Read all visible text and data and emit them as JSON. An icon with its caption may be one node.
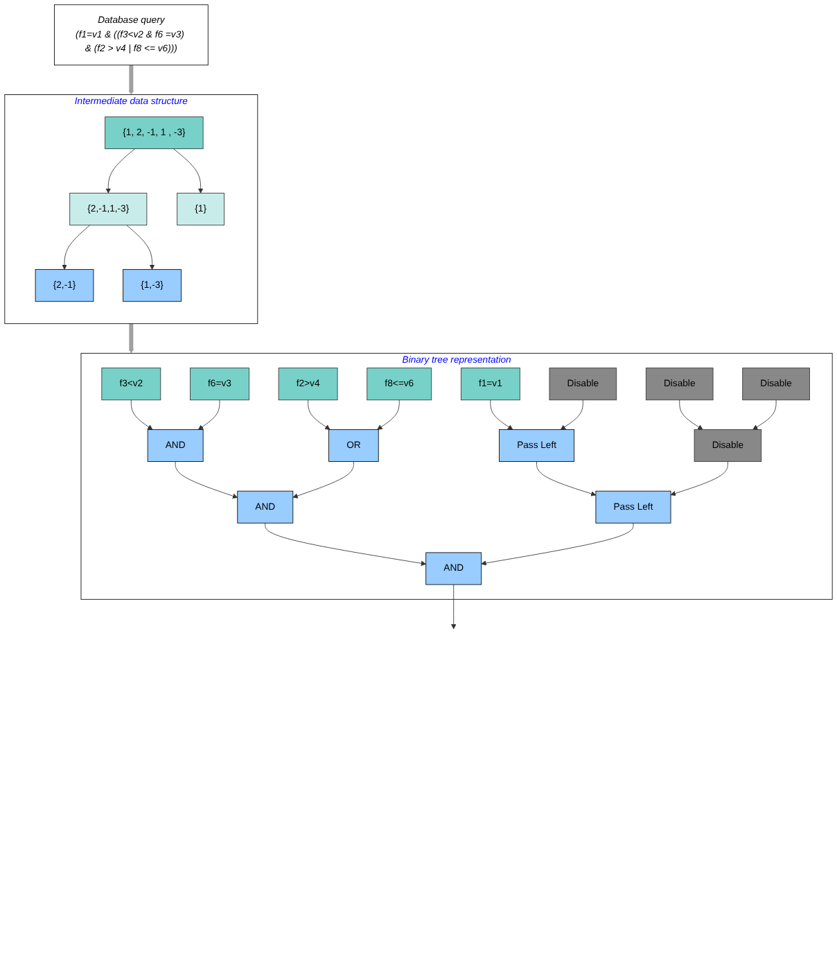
{
  "diagram": {
    "nodes": [
      {
        "text": [
          "Database query",
          "(f1=v1 & ((f3<v2 & f6 =v3) & (f2 > v4 | f8 <= v6)))"
        ]
      },
      {
        "text": [
          "Intermediate data structure"
        ]
      },
      {
        "text": [
          "{1, 2, -1, 1 , -3}"
        ],
        "in": 1
      },
      {
        "text": [
          "{2,-1,1,-3}"
        ],
        "in": 1
      },
      {
        "text": [
          "{1}"
        ],
        "in": 1
      },
      {
        "text": [
          "{2,-1}"
        ],
        "in": 1
      },
      {
        "text": [
          "{1,-3}"
        ],
        "in": 1
      },
      {
        "text": [
          "Binary tree representation"
        ]
      },
      {
        "text": [
          "f3<v2"
        ],
        "in": 7
      },
      {
        "text": [
          "f6=v3"
        ],
        "in": 7
      },
      {
        "text": [
          "f2>v4"
        ],
        "in": 7
      },
      {
        "text": [
          "f8<=v6"
        ],
        "in": 7
      },
      {
        "text": [
          "f1=v1"
        ],
        "in": 7
      },
      {
        "text": [
          "Disable"
        ],
        "in": 7
      },
      {
        "text": [
          "Disable"
        ],
        "in": 7
      },
      {
        "text": [
          "Disable"
        ],
        "in": 7
      },
      {
        "text": [
          "AND"
        ],
        "in": 7
      },
      {
        "text": [
          "OR"
        ],
        "in": 7
      },
      {
        "text": [
          "Pass Left"
        ],
        "in": 7
      },
      {
        "text": [
          "Disable"
        ],
        "in": 7
      },
      {
        "text": [
          "AND"
        ],
        "in": 7
      },
      {
        "text": [
          "Pass Left"
        ],
        "in": 7
      },
      {
        "text": [
          "AND"
        ],
        "in": 7
      }
    ],
    "edges": [
      {
        "from": 0,
        "to": 1,
        "arrow": "to",
        "style": "thick",
        "color": "#a0a0a0"
      },
      {
        "from": 1,
        "to": 7,
        "arrow": "to",
        "style": "thick",
        "color": "#a0a0a0"
      },
      {
        "from": 2,
        "to": 3,
        "arrow": "to"
      },
      {
        "from": 2,
        "to": 4,
        "arrow": "to"
      },
      {
        "from": 3,
        "to": 5,
        "arrow": "to"
      },
      {
        "from": 3,
        "to": 6,
        "arrow": "to"
      },
      {
        "from": 8,
        "to": 16,
        "arrow": "to"
      },
      {
        "from": 9,
        "to": 16,
        "arrow": "to"
      },
      {
        "from": 10,
        "to": 17,
        "arrow": "to"
      },
      {
        "from": 11,
        "to": 17,
        "arrow": "to"
      },
      {
        "from": 12,
        "to": 18,
        "arrow": "to"
      },
      {
        "from": 13,
        "to": 18,
        "arrow": "to"
      },
      {
        "from": 14,
        "to": 19,
        "arrow": "to"
      },
      {
        "from": 15,
        "to": 19,
        "arrow": "to"
      },
      {
        "from": 16,
        "to": 20,
        "arrow": "to"
      },
      {
        "from": 17,
        "to": 20,
        "arrow": "to"
      },
      {
        "from": 18,
        "to": 21,
        "arrow": "to"
      },
      {
        "from": 19,
        "to": 21,
        "arrow": "to"
      },
      {
        "from": 20,
        "to": 22,
        "arrow": "to"
      },
      {
        "from": 21,
        "to": 22,
        "arrow": "to"
      },
      {
        "from": 22,
        "to": null,
        "arrow": "to"
      }
    ]
  }
}
